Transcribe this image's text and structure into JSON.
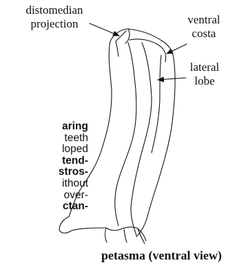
{
  "figure": {
    "caption": "petasma (ventral view)",
    "labels": {
      "distomedian": [
        "distomedian",
        "projection"
      ],
      "ventral_costa": [
        "ventral",
        "costa"
      ],
      "lateral_lobe": [
        "lateral",
        "lobe"
      ]
    }
  },
  "side_text": {
    "lines": [
      {
        "text": "aring",
        "bold": true
      },
      {
        "text": "teeth",
        "bold": false
      },
      {
        "text": "loped",
        "bold": false
      },
      {
        "text": "tend-",
        "bold": true
      },
      {
        "text": "stros-",
        "bold": true
      },
      {
        "text": "ithout",
        "bold": false
      },
      {
        "text": "over-",
        "bold": false
      },
      {
        "text": "ctan-",
        "bold": true
      }
    ]
  },
  "colors": {
    "ink": "#111111",
    "background": "#ffffff"
  }
}
